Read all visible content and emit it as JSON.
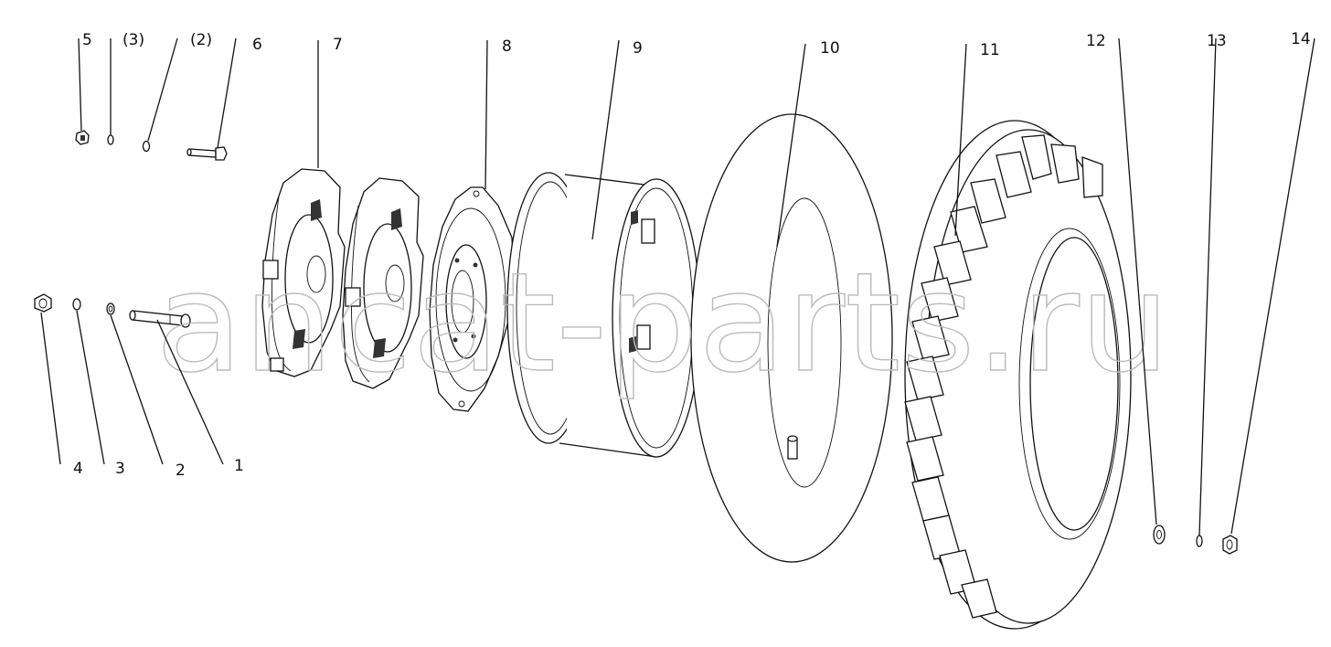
{
  "watermark": "ancat-parts.ru",
  "callouts": {
    "c1": "1",
    "c2": "2",
    "c3": "3",
    "c4": "4",
    "c5": "5",
    "c3p": "(3)",
    "c2p": "(2)",
    "c6": "6",
    "c7": "7",
    "c8": "8",
    "c9": "9",
    "c10": "10",
    "c11": "11",
    "c12": "12",
    "c13": "13",
    "c14": "14"
  },
  "colors": {
    "line": "#111111",
    "watermark": "#bbbbbb",
    "background": "#ffffff"
  }
}
